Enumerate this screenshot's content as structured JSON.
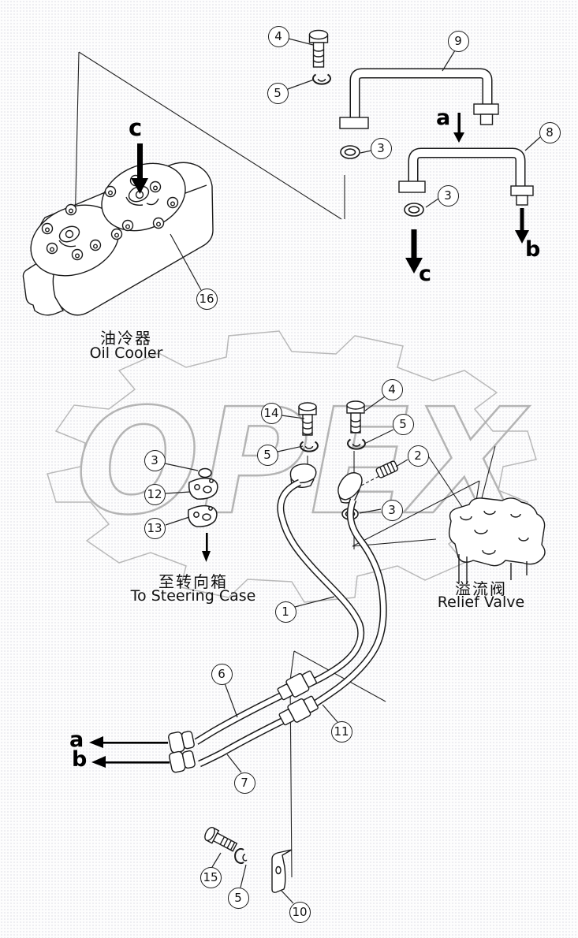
{
  "watermark": {
    "text": "OPEX"
  },
  "labels": {
    "oil_cooler_cn": "油冷器",
    "oil_cooler_en": "Oil Cooler",
    "to_steering_cn": "至转向箱",
    "to_steering_en": "To Steering Case",
    "relief_valve_cn": "溢流阀",
    "relief_valve_en": "Relief Valve"
  },
  "flow_labels": {
    "detail_a": "a",
    "detail_b": "b",
    "detail_c": "c",
    "cooler_c": "c",
    "outlet_a": "a",
    "outlet_b": "b"
  },
  "callouts": [
    {
      "num": "4"
    },
    {
      "num": "5"
    },
    {
      "num": "9"
    },
    {
      "num": "3"
    },
    {
      "num": "8"
    },
    {
      "num": "3"
    },
    {
      "num": "16"
    },
    {
      "num": "14"
    },
    {
      "num": "4"
    },
    {
      "num": "5"
    },
    {
      "num": "5"
    },
    {
      "num": "2"
    },
    {
      "num": "3"
    },
    {
      "num": "12"
    },
    {
      "num": "13"
    },
    {
      "num": "3"
    },
    {
      "num": "1"
    },
    {
      "num": "6"
    },
    {
      "num": "11"
    },
    {
      "num": "7"
    },
    {
      "num": "15"
    },
    {
      "num": "5"
    },
    {
      "num": "10"
    }
  ]
}
